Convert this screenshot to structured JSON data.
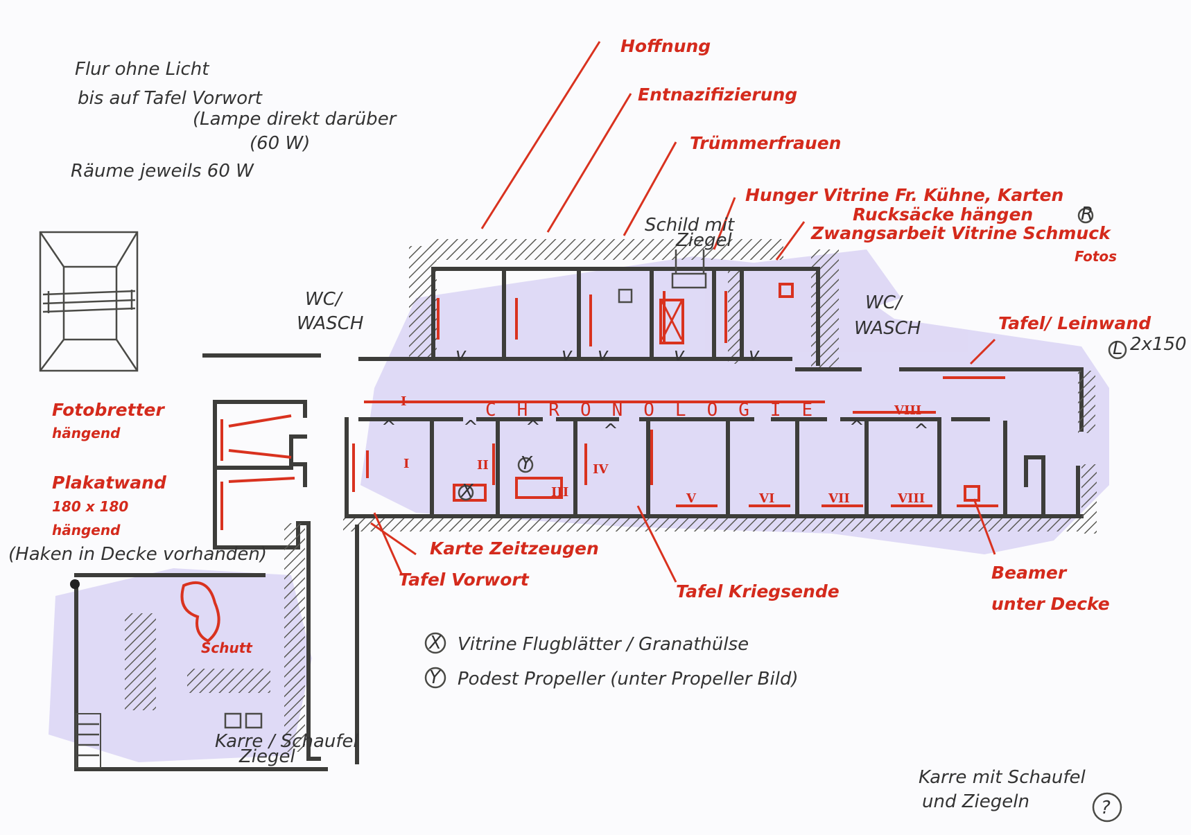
{
  "notes": {
    "lighting": [
      "Flur ohne Licht",
      "bis auf Tafel Vorwort",
      "(Lampe direkt darüber",
      "(60 W)",
      "Räume jeweils 60 W"
    ],
    "bottom_right": [
      "Karre mit Schaufel",
      "und Ziegeln"
    ],
    "question_mark": "?"
  },
  "top_labels": {
    "hoffnung": "Hoffnung",
    "entnazifizierung": "Entnazifizierung",
    "truemmerfrauen": "Trümmerfrauen",
    "hunger": "Hunger   Vitrine Fr. Kühne, Karten",
    "rucksack": "Rucksäcke hängen",
    "rucksack_mark": "R",
    "schild": "Schild mit",
    "ziegel": "Ziegel",
    "zwangsarbeit": "Zwangsarbeit   Vitrine Schmuck",
    "zwangsarbeit2": "Fotos"
  },
  "rooms": {
    "wc_left": [
      "WC/",
      "WASCH"
    ],
    "wc_right": [
      "WC/",
      "WASCH"
    ],
    "chronologie": "CHRONOLOGIE",
    "numerals": [
      "I",
      "II",
      "III",
      "IV",
      "V",
      "VI",
      "VII",
      "VIII"
    ],
    "upper_numeral": "VIII",
    "timeline_marker": "I",
    "ceiling_mark": "^",
    "door_mark": "v",
    "vitrine_mark": "X",
    "podest_mark": "Y"
  },
  "right_labels": {
    "tafel_leinwand": "Tafel/ Leinwand",
    "leinwand_size": "2x150",
    "leinwand_mark": "L",
    "beamer": [
      "Beamer",
      "unter Decke"
    ]
  },
  "left_labels": {
    "fotobretter": [
      "Fotobretter",
      "hängend"
    ],
    "plakatwand": [
      "Plakatwand",
      "180 x 180",
      "hängend"
    ],
    "haken": "(Haken in Decke vorhanden)",
    "schutt": "Schutt",
    "karre": [
      "Karre / Schaufel",
      "Ziegel"
    ]
  },
  "bottom_labels": {
    "karte": "Karte Zeitzeugen",
    "tafel_vorwort": "Tafel Vorwort",
    "tafel_kriegsende": "Tafel Kriegsende"
  },
  "legend": {
    "x_mark": "X",
    "x_text": "Vitrine Flugblätter / Granathülse",
    "y_mark": "Y",
    "y_text": "Podest   Propeller  (unter Propeller Bild)"
  },
  "colors": {
    "pencil": "#3d3d3a",
    "red": "#d42a1c",
    "wash": "#c9bff0"
  }
}
